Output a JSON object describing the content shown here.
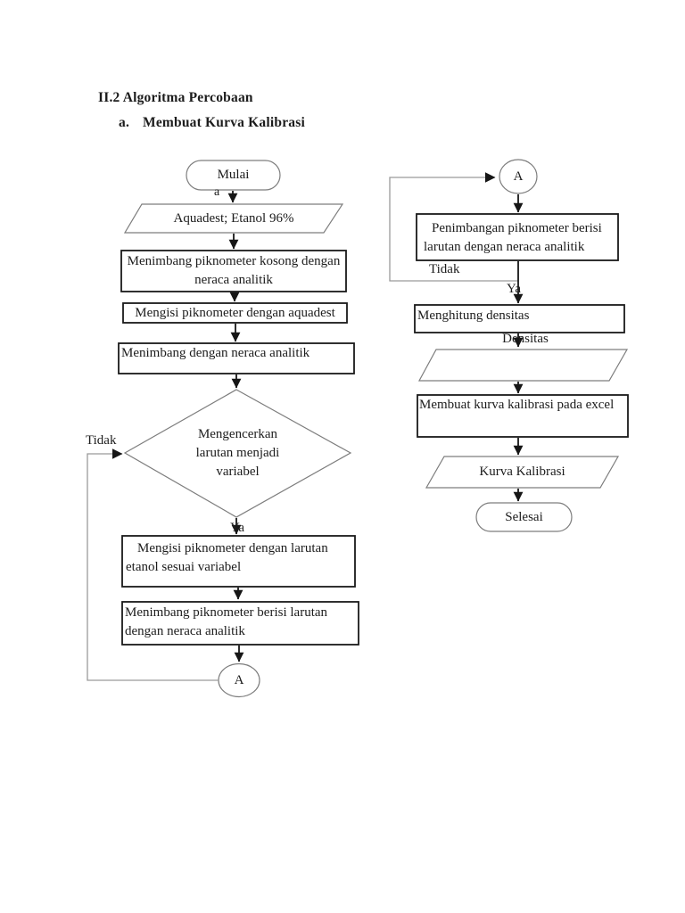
{
  "headings": {
    "section": "II.2 Algoritma Percobaan",
    "list_marker": "a.",
    "subsection": "Membuat Kurva Kalibrasi"
  },
  "flowchart": {
    "left": {
      "start_label": "Mulai",
      "start_annotation": "a",
      "input_label": "Aquadest; Etanol 96%",
      "step_weigh_empty": {
        "line1": "Menimbang piknometer kosong dengan",
        "line2": "neraca analitik"
      },
      "step_fill_aquadest": "Mengisi piknometer dengan aquadest",
      "step_weigh_balance": "Menimbang dengan neraca analitik",
      "decision": {
        "line1": "Mengencerkan",
        "line2": "larutan menjadi",
        "line3": "variabel"
      },
      "decision_no": "Tidak",
      "decision_yes": "Ya",
      "step_fill_ethanol": {
        "line1": "Mengisi piknometer dengan larutan",
        "line2": "etanol sesuai variabel"
      },
      "step_weigh_filled": {
        "line1": "Menimbang piknometer berisi larutan",
        "line2": "dengan neraca analitik"
      },
      "connector_label": "A"
    },
    "right": {
      "connector_label": "A",
      "step_weigh_solution": {
        "line1": "Penimbangan piknometer berisi",
        "line2": "larutan dengan neraca analitik"
      },
      "loop_no": "Tidak",
      "loop_yes": "Ya",
      "step_calc_density": "Menghitung densitas",
      "output_density_label": "Densitas",
      "step_make_curve": "Membuat kurva kalibrasi pada excel",
      "output_curve_label": "Kurva Kalibrasi",
      "end_label": "Selesai"
    }
  }
}
